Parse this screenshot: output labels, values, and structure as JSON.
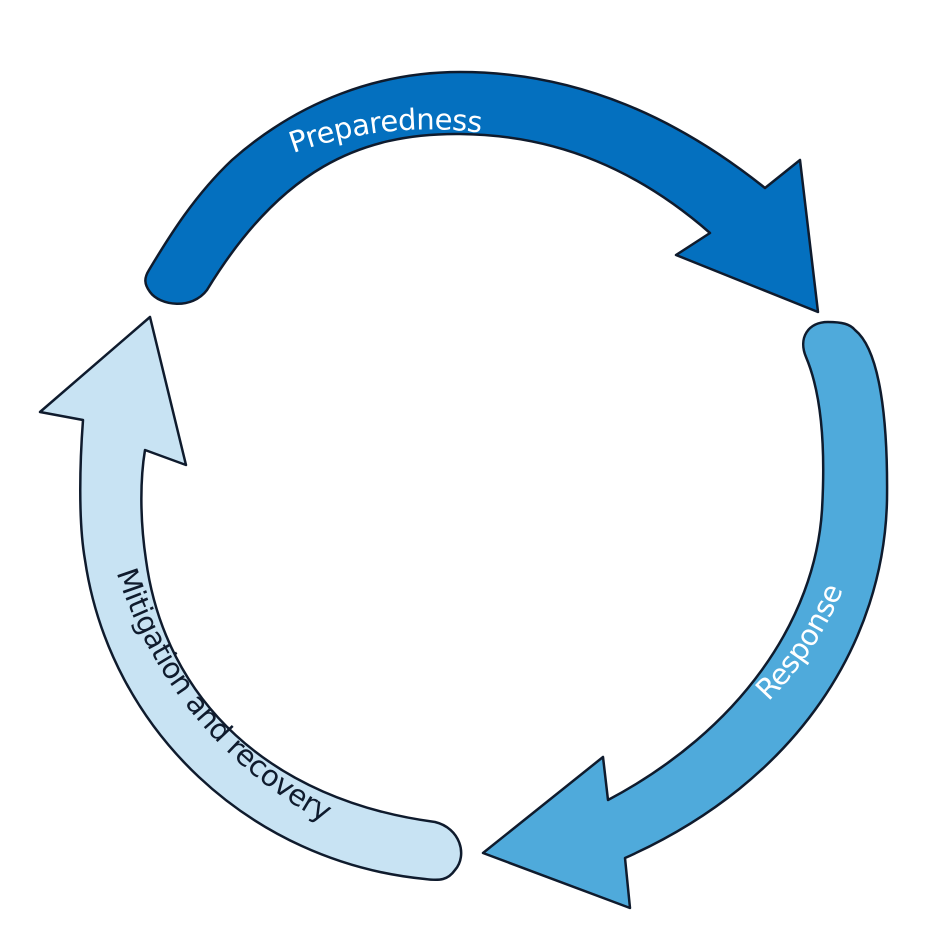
{
  "diagram": {
    "stages": [
      {
        "label": "Preparedness",
        "fill": "#0470BF",
        "text_color": "#ffffff"
      },
      {
        "label": "Response",
        "fill": "#4FAADB",
        "text_color": "#ffffff"
      },
      {
        "label": "Mitigation and recovery",
        "fill": "#C8E3F3",
        "text_color": "#0f1b2d"
      }
    ]
  }
}
